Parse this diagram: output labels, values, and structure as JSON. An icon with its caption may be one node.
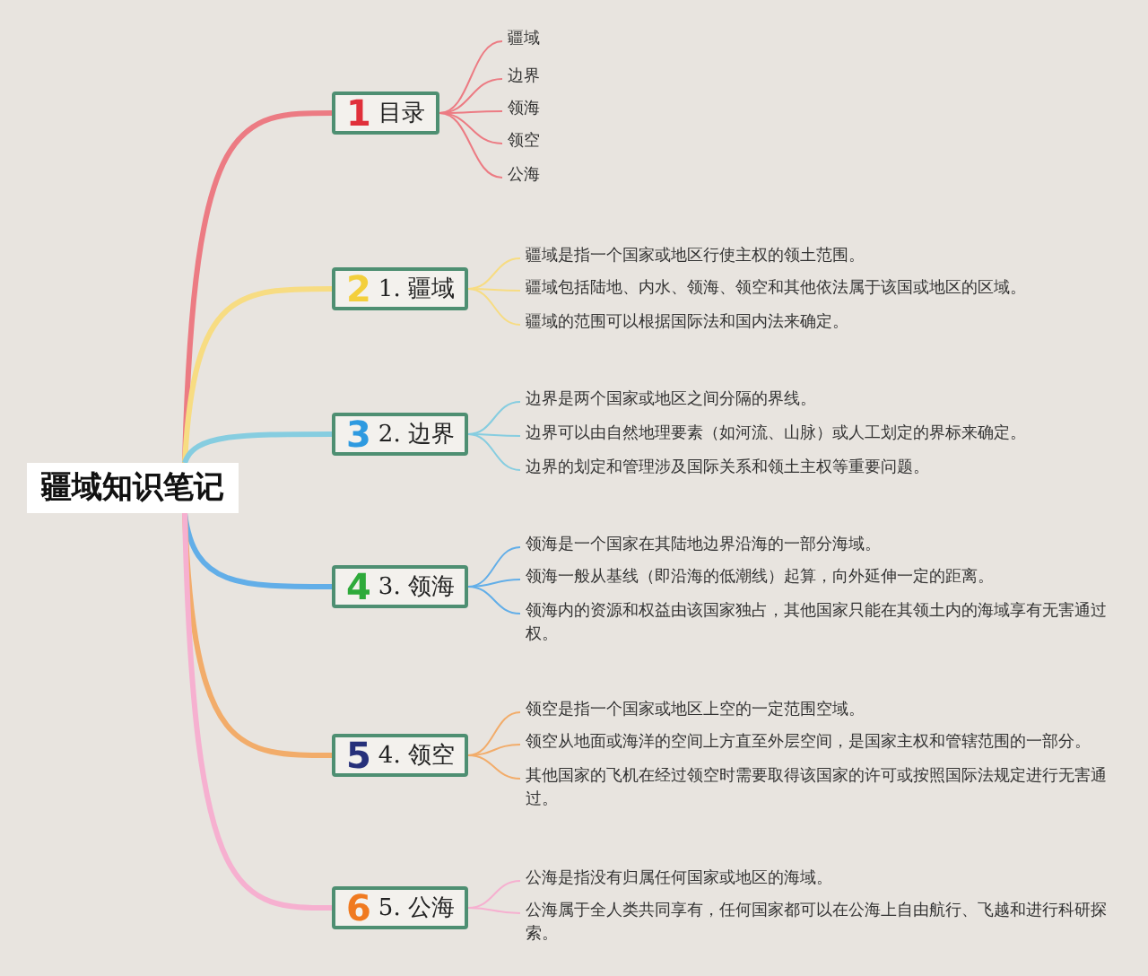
{
  "diagram": {
    "nodes": [
      {
        "text": [
          "疆域知识笔记"
        ]
      },
      {
        "text": [
          "1",
          "目录"
        ]
      },
      {
        "text": [
          "疆域"
        ]
      },
      {
        "text": [
          "边界"
        ]
      },
      {
        "text": [
          "领海"
        ]
      },
      {
        "text": [
          "领空"
        ]
      },
      {
        "text": [
          "公海"
        ]
      },
      {
        "text": [
          "2",
          "1. 疆域"
        ]
      },
      {
        "text": [
          "疆域是指一个国家或地区行使主权的领土范围。"
        ]
      },
      {
        "text": [
          "疆域包括陆地、内水、领海、领空和其他依法属于该国或地区的区域。"
        ]
      },
      {
        "text": [
          "疆域的范围可以根据国际法和国内法来确定。"
        ]
      },
      {
        "text": [
          "3",
          "2. 边界"
        ]
      },
      {
        "text": [
          "边界是两个国家或地区之间分隔的界线。"
        ]
      },
      {
        "text": [
          "边界可以由自然地理要素（如河流、山脉）或人工划定的界标来确定。"
        ]
      },
      {
        "text": [
          "边界的划定和管理涉及国际关系和领土主权等重要问题。"
        ]
      },
      {
        "text": [
          "4",
          "3. 领海"
        ]
      },
      {
        "text": [
          "领海是一个国家在其陆地边界沿海的一部分海域。"
        ]
      },
      {
        "text": [
          "领海一般从基线（即沿海的低潮线）起算，向外延伸一定的距离。"
        ]
      },
      {
        "text": [
          "领海内的资源和权益由该国家独占，其他国家只能在其领土内的海域享有无害通过权。"
        ]
      },
      {
        "text": [
          "5",
          "4. 领空"
        ]
      },
      {
        "text": [
          "领空是指一个国家或地区上空的一定范围空域。"
        ]
      },
      {
        "text": [
          "领空从地面或海洋的空间上方直至外层空间，是国家主权和管辖范围的一部分。"
        ]
      },
      {
        "text": [
          "其他国家的飞机在经过领空时需要取得该国家的许可或按照国际法规定进行无害通过。"
        ]
      },
      {
        "text": [
          "6",
          "5. 公海"
        ]
      },
      {
        "text": [
          "公海是指没有归属任何国家或地区的海域。"
        ]
      },
      {
        "text": [
          "公海属于全人类共同享有，任何国家都可以在公海上自由航行、飞越和进行科研探索。"
        ]
      }
    ],
    "edges": [
      {
        "from": 0,
        "to": 1,
        "arrow": "none",
        "style": "thick",
        "color": "#ec7b83"
      },
      {
        "from": 0,
        "to": 7,
        "arrow": "none",
        "style": "thick",
        "color": "#f7dc82"
      },
      {
        "from": 0,
        "to": 11,
        "arrow": "none",
        "style": "thick",
        "color": "#86cde0"
      },
      {
        "from": 0,
        "to": 15,
        "arrow": "none",
        "style": "thick",
        "color": "#62aee8"
      },
      {
        "from": 0,
        "to": 19,
        "arrow": "none",
        "style": "thick",
        "color": "#f2ac6a"
      },
      {
        "from": 0,
        "to": 23,
        "arrow": "none",
        "style": "thick",
        "color": "#f6b0d0"
      },
      {
        "from": 1,
        "to": 2,
        "arrow": "none",
        "color": "#ec7b83"
      },
      {
        "from": 1,
        "to": 3,
        "arrow": "none",
        "color": "#ec7b83"
      },
      {
        "from": 1,
        "to": 4,
        "arrow": "none",
        "color": "#ec7b83"
      },
      {
        "from": 1,
        "to": 5,
        "arrow": "none",
        "color": "#ec7b83"
      },
      {
        "from": 1,
        "to": 6,
        "arrow": "none",
        "color": "#ec7b83"
      },
      {
        "from": 7,
        "to": 8,
        "arrow": "none",
        "color": "#f7dc82"
      },
      {
        "from": 7,
        "to": 9,
        "arrow": "none",
        "color": "#f7dc82"
      },
      {
        "from": 7,
        "to": 10,
        "arrow": "none",
        "color": "#f7dc82"
      },
      {
        "from": 11,
        "to": 12,
        "arrow": "none",
        "color": "#86cde0"
      },
      {
        "from": 11,
        "to": 13,
        "arrow": "none",
        "color": "#86cde0"
      },
      {
        "from": 11,
        "to": 14,
        "arrow": "none",
        "color": "#86cde0"
      },
      {
        "from": 15,
        "to": 16,
        "arrow": "none",
        "color": "#62aee8"
      },
      {
        "from": 15,
        "to": 17,
        "arrow": "none",
        "color": "#62aee8"
      },
      {
        "from": 15,
        "to": 18,
        "arrow": "none",
        "color": "#62aee8"
      },
      {
        "from": 19,
        "to": 20,
        "arrow": "none",
        "color": "#f2ac6a"
      },
      {
        "from": 19,
        "to": 21,
        "arrow": "none",
        "color": "#f2ac6a"
      },
      {
        "from": 19,
        "to": 22,
        "arrow": "none",
        "color": "#f2ac6a"
      },
      {
        "from": 23,
        "to": 24,
        "arrow": "none",
        "color": "#f6b0d0"
      },
      {
        "from": 23,
        "to": 25,
        "arrow": "none",
        "color": "#f6b0d0"
      }
    ]
  }
}
